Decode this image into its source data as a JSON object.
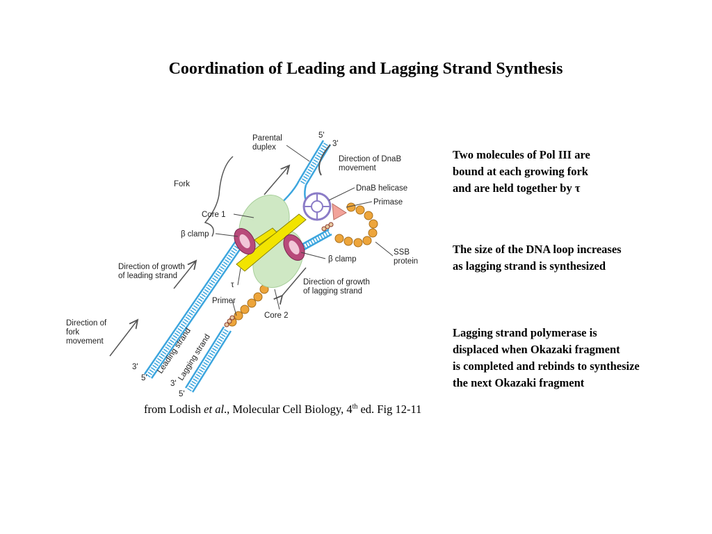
{
  "title": "Coordination of Leading and Lagging Strand Synthesis",
  "diagram": {
    "labels": {
      "parental_duplex": [
        "Parental",
        "duplex"
      ],
      "end_5_top": "5'",
      "end_3_top": "3'",
      "dnab_direction": [
        "Direction of DnaB",
        "movement"
      ],
      "fork": "Fork",
      "dnab_helicase": "DnaB helicase",
      "primase": "Primase",
      "core1": "Core 1",
      "beta_clamp_left": "β clamp",
      "beta_clamp_right": "β clamp",
      "ssb_protein": [
        "SSB",
        "protein"
      ],
      "leading_growth": [
        "Direction of growth",
        "of leading strand"
      ],
      "tau": "τ",
      "lagging_growth": [
        "Direction of growth",
        "of lagging strand"
      ],
      "primer": "Primer",
      "core2": "Core 2",
      "fork_movement": [
        "Direction of",
        "fork",
        "movement"
      ],
      "leading_strand": "Leading strand",
      "lagging_strand": "Lagging strand",
      "end_3_leading": "3'",
      "end_5_leading": "5'",
      "end_3_lagging": "3'",
      "end_5_lagging": "5'"
    }
  },
  "notes": {
    "note1": [
      "Two molecules of Pol III are",
      "bound at each growing fork",
      "and are held together by τ"
    ],
    "note2": [
      "The size of the DNA loop increases",
      "as lagging strand is synthesized"
    ],
    "note3": [
      "Lagging strand polymerase is",
      "displaced when Okazaki fragment",
      "is completed and rebinds to synthesize",
      "the next Okazaki fragment"
    ]
  },
  "caption": {
    "prefix": "from Lodish ",
    "italic": "et al",
    "middle": "., Molecular Cell Biology, 4",
    "sup": "th",
    "suffix": " ed. Fig 12-11"
  },
  "colors": {
    "dna": "#3ba5de",
    "core": "#cfe8c4",
    "clamp": "#b84a7a",
    "tau": "#f2e400",
    "ssb": "#eda53b",
    "helicase": "#8b7cc7",
    "primase": "#f2a39a"
  }
}
